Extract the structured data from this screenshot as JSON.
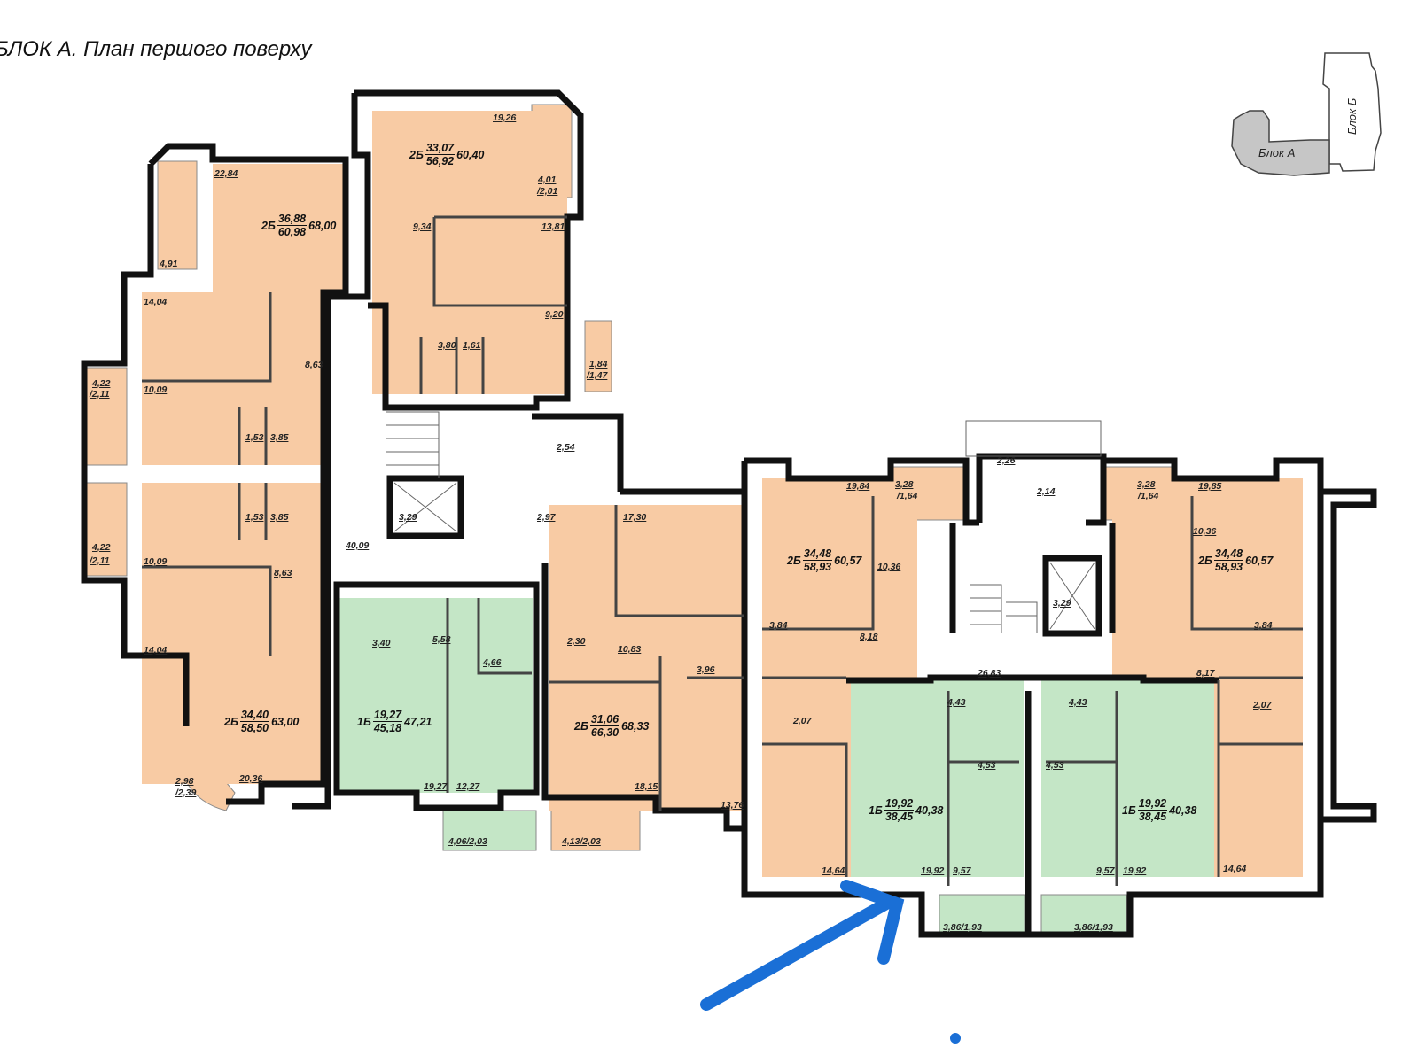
{
  "title": "БЛОК А. План першого поверху",
  "key_map": {
    "block_a": "Блок А",
    "block_b": "Блок Б"
  },
  "colors": {
    "two_room": "#f8cba4",
    "one_room": "#c4e6c6",
    "wall": "#111111",
    "arrow": "#1a6fd6"
  },
  "apartments": [
    {
      "type": "2Б",
      "living": "36,88",
      "total": "60,98",
      "with_balcony": "68,00"
    },
    {
      "type": "2Б",
      "living": "33,07",
      "total": "56,92",
      "with_balcony": "60,40"
    },
    {
      "type": "2Б",
      "living": "34,40",
      "total": "58,50",
      "with_balcony": "63,00"
    },
    {
      "type": "1Б",
      "living": "19,27",
      "total": "45,18",
      "with_balcony": "47,21"
    },
    {
      "type": "2Б",
      "living": "31,06",
      "total": "66,30",
      "with_balcony": "68,33"
    },
    {
      "type": "2Б",
      "living": "34,48",
      "total": "58,93",
      "with_balcony": "60,57"
    },
    {
      "type": "1Б",
      "living": "19,92",
      "total": "38,45",
      "with_balcony": "40,38"
    },
    {
      "type": "1Б",
      "living": "19,92",
      "total": "38,45",
      "with_balcony": "40,38"
    },
    {
      "type": "2Б",
      "living": "34,48",
      "total": "58,93",
      "with_balcony": "60,57"
    }
  ],
  "room_areas": [
    "22,84",
    "4,91",
    "14,04",
    "8,63",
    "10,09",
    "1,53",
    "3,85",
    "4,22",
    "/2,11",
    "19,26",
    "4,01",
    "/2,01",
    "9,34",
    "13,81",
    "9,20",
    "3,80",
    "1,61",
    "1,84",
    "/1,47",
    "2,54",
    "2,97",
    "3,29",
    "40,09",
    "4,22",
    "/2,11",
    "1,53",
    "3,85",
    "10,09",
    "8,63",
    "14,04",
    "20,36",
    "2,98",
    "/2,39",
    "3,40",
    "5,58",
    "4,66",
    "19,27",
    "12,27",
    "4,06/2,03",
    "17,30",
    "2,30",
    "10,83",
    "3,96",
    "18,15",
    "13,76",
    "4,13/2,03",
    "19,84",
    "3,28",
    "/1,64",
    "10,36",
    "3,84",
    "8,18",
    "2,07",
    "14,64",
    "2,26",
    "2,14",
    "3,29",
    "26,83",
    "4,43",
    "4,53",
    "19,92",
    "9,57",
    "3,86/1,93",
    "4,43",
    "4,53",
    "9,57",
    "19,92",
    "3,86/1,93",
    "3,28",
    "/1,64",
    "19,85",
    "10,36",
    "3,84",
    "8,17",
    "2,07",
    "14,64"
  ]
}
